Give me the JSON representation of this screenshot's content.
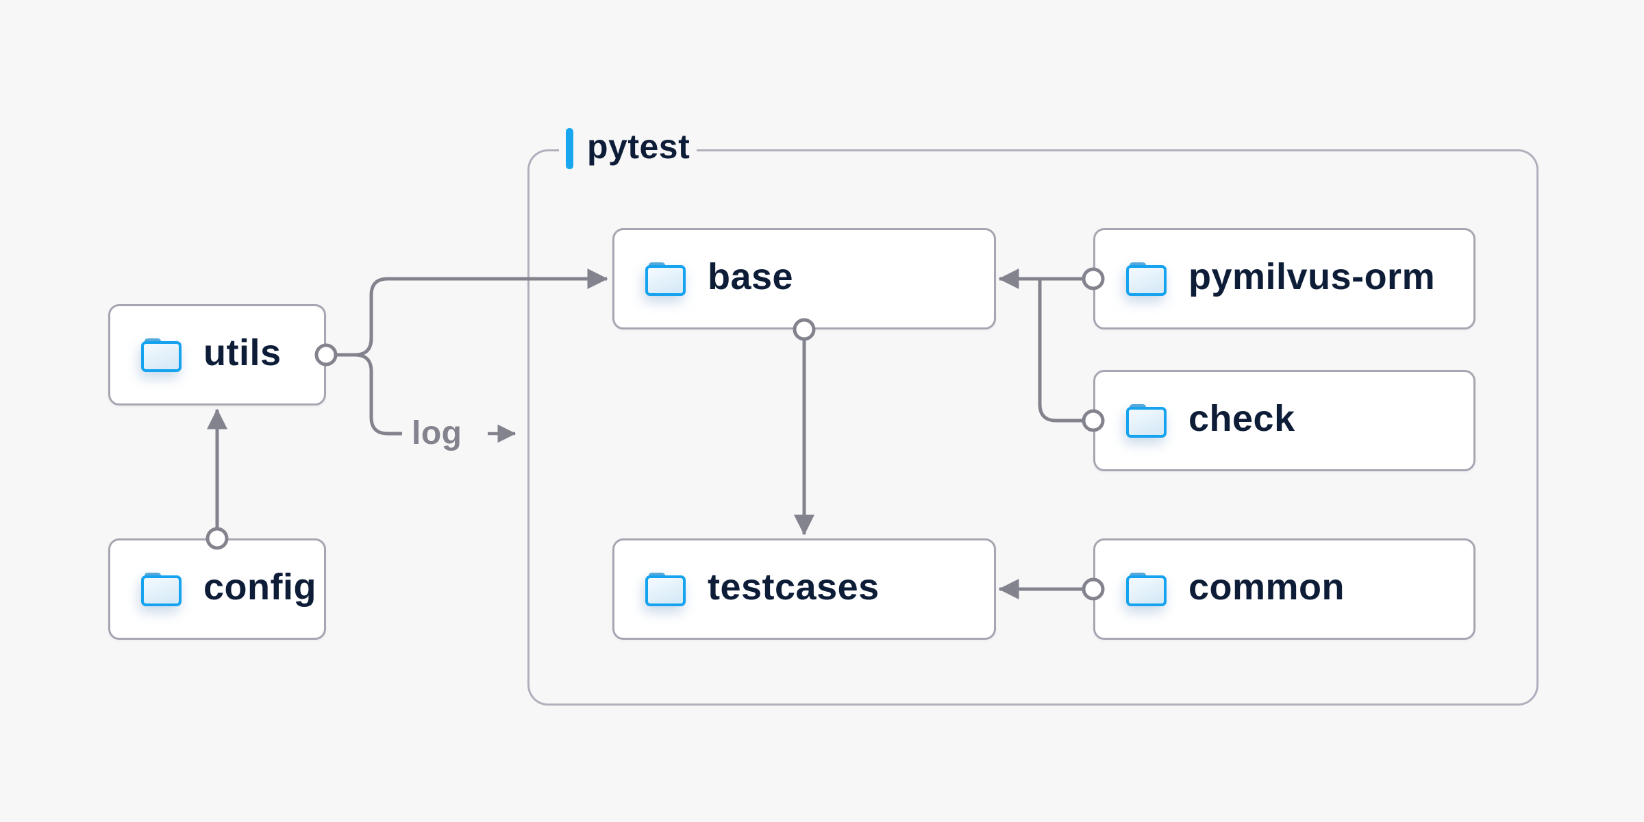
{
  "diagram": {
    "group": {
      "label": "pytest"
    },
    "nodes": [
      {
        "id": "utils",
        "label": "utils",
        "icon": "folder-icon"
      },
      {
        "id": "config",
        "label": "config",
        "icon": "folder-icon"
      },
      {
        "id": "base",
        "label": "base",
        "icon": "folder-icon"
      },
      {
        "id": "pymilvus-orm",
        "label": "pymilvus-orm",
        "icon": "folder-icon"
      },
      {
        "id": "check",
        "label": "check",
        "icon": "folder-icon"
      },
      {
        "id": "testcases",
        "label": "testcases",
        "icon": "folder-icon"
      },
      {
        "id": "common",
        "label": "common",
        "icon": "folder-icon"
      }
    ],
    "edges": [
      {
        "from": "config",
        "to": "utils",
        "style": "arrow"
      },
      {
        "from": "utils",
        "to": "base",
        "style": "arrow"
      },
      {
        "from": "utils",
        "to": "log",
        "label": "log",
        "style": "labeled-arrow"
      },
      {
        "from": "pymilvus-orm",
        "to": "base",
        "style": "arrow"
      },
      {
        "from": "check",
        "to": "base",
        "style": "merge"
      },
      {
        "from": "base",
        "to": "testcases",
        "style": "arrow"
      },
      {
        "from": "common",
        "to": "testcases",
        "style": "arrow"
      }
    ],
    "colors": {
      "background": "#f7f7f8",
      "accent_blue": "#18a7ee",
      "line_gray": "#83838e",
      "node_border": "#a6a6b2",
      "group_border": "#b0b0bd",
      "text_dark": "#0e1d37",
      "folder_blue": "#15a3f0",
      "folder_tab_blue": "#55a8da",
      "node_background": "#ffffff"
    }
  }
}
